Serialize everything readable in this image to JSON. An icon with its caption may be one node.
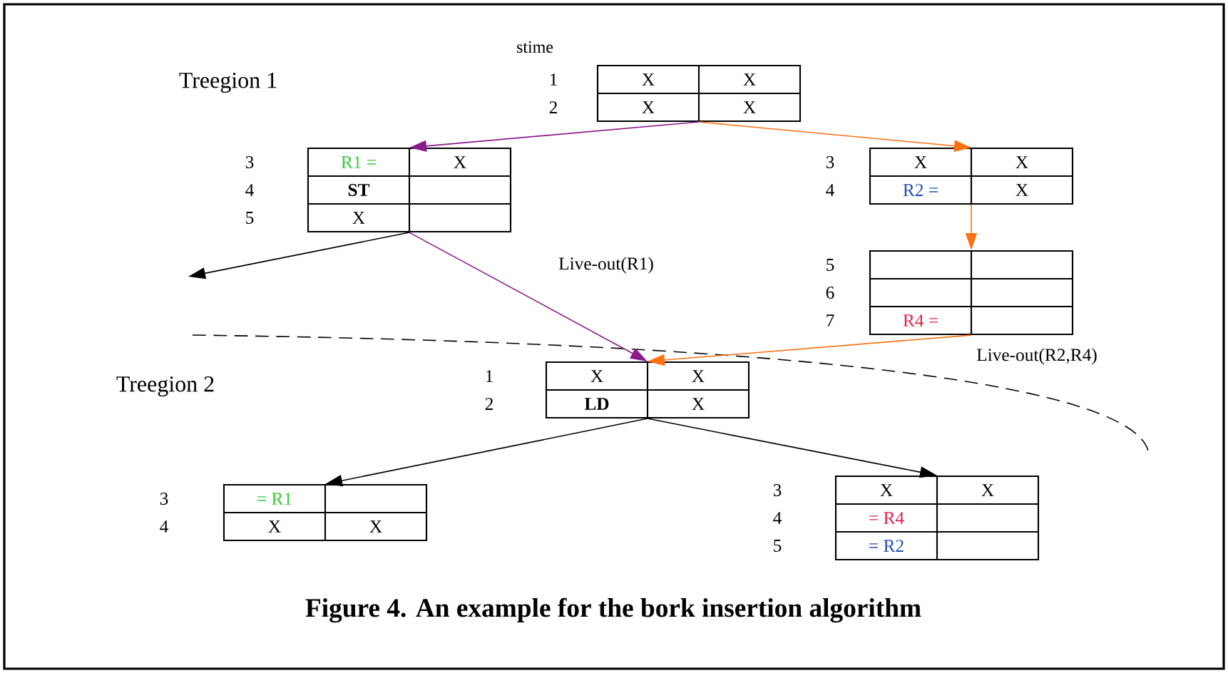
{
  "diagram": {
    "caption": "Figure 4. An example for the bork insertion algorithm",
    "nodes": [
      {
        "text": [
          "X",
          "X",
          "X",
          "X"
        ],
        "beside": [
          "1",
          "2"
        ]
      },
      {
        "text": [
          "R1 =",
          "X",
          "ST",
          "X"
        ],
        "beside": [
          "3",
          "4",
          "5"
        ]
      },
      {
        "text": [
          "X",
          "X",
          "R2 =",
          "X"
        ],
        "beside": [
          "3",
          "4"
        ]
      },
      {
        "text": [
          "R4 ="
        ],
        "beside": [
          "5",
          "6",
          "7"
        ]
      },
      {
        "text": [
          "X",
          "X",
          "LD",
          "X"
        ],
        "beside": [
          "1",
          "2"
        ]
      },
      {
        "text": [
          "= R1",
          "X",
          "X"
        ],
        "beside": [
          "3",
          "4"
        ]
      },
      {
        "text": [
          "X",
          "X",
          "= R4",
          "= R2"
        ],
        "beside": [
          "3",
          "4",
          "5"
        ]
      }
    ],
    "edges": [
      {
        "from": 0,
        "to": 1,
        "arrow": "to",
        "color": "#8b1a8b"
      },
      {
        "from": 0,
        "to": 2,
        "arrow": "to",
        "color": "#ff7010"
      },
      {
        "from": 2,
        "to": 3,
        "arrow": "to",
        "color": "#ff7010"
      },
      {
        "from": 1,
        "to": null,
        "arrow": "to",
        "color": "#000000"
      },
      {
        "from": 1,
        "to": 4,
        "arrow": "to",
        "color": "#8b1a8b",
        "label": "Live-out(R1)"
      },
      {
        "from": 3,
        "to": 4,
        "arrow": "to",
        "color": "#ff7010",
        "label": "Live-out(R2,R4)"
      },
      {
        "from": 4,
        "to": 5,
        "arrow": "to",
        "color": "#000000"
      },
      {
        "from": 4,
        "to": 6,
        "arrow": "to",
        "color": "#000000"
      }
    ],
    "labels": [
      "stime",
      "Treegion 1",
      "Treegion 2"
    ]
  }
}
